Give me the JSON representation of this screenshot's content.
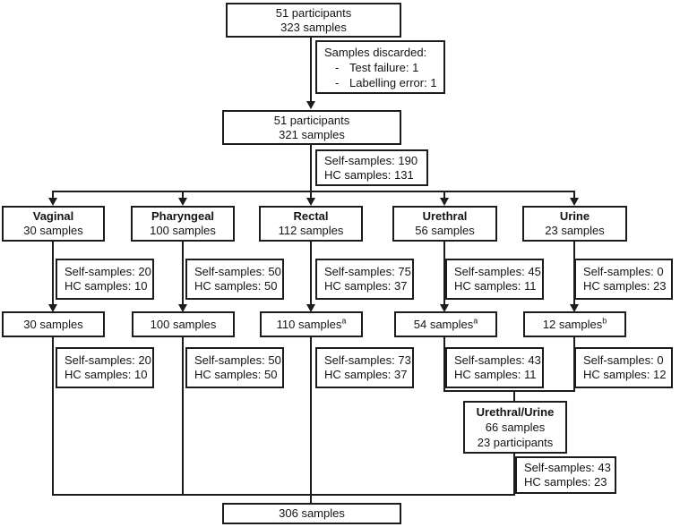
{
  "figure": {
    "enrollment": {
      "participants": "51 participants",
      "samples": "323 samples"
    },
    "discarded": {
      "title": "Samples discarded:",
      "bullet": "-",
      "items": [
        "Test failure: 1",
        "Labelling error: 1"
      ]
    },
    "after_discard": {
      "participants": "51 participants",
      "samples": "321 samples"
    },
    "split_note": {
      "self": "Self-samples: 190",
      "hc": "HC samples: 131"
    },
    "branches": [
      {
        "name": "Vaginal",
        "samples": "30 samples",
        "note1_self": "Self-samples: 20",
        "note1_hc": "HC samples: 10",
        "result": "30 samples",
        "result_sup": "",
        "note2_self": "Self-samples: 20",
        "note2_hc": "HC samples: 10"
      },
      {
        "name": "Pharyngeal",
        "samples": "100 samples",
        "note1_self": "Self-samples: 50",
        "note1_hc": "HC samples: 50",
        "result": "100 samples",
        "result_sup": "",
        "note2_self": "Self-samples: 50",
        "note2_hc": "HC samples: 50"
      },
      {
        "name": "Rectal",
        "samples": "112 samples",
        "note1_self": "Self-samples: 75",
        "note1_hc": "HC samples: 37",
        "result": "110 samples",
        "result_sup": "a",
        "note2_self": "Self-samples: 73",
        "note2_hc": "HC samples: 37"
      },
      {
        "name": "Urethral",
        "samples": "56 samples",
        "note1_self": "Self-samples: 45",
        "note1_hc": "HC samples: 11",
        "result": "54 samples",
        "result_sup": "a",
        "note2_self": "Self-samples: 43",
        "note2_hc": "HC samples: 11"
      },
      {
        "name": "Urine",
        "samples": "23 samples",
        "note1_self": "Self-samples: 0",
        "note1_hc": "HC samples: 23",
        "result": "12 samples",
        "result_sup": "b",
        "note2_self": "Self-samples: 0",
        "note2_hc": "HC samples: 12"
      }
    ],
    "merged": {
      "title": "Urethral/Urine",
      "samples": "66 samples",
      "participants": "23 participants"
    },
    "merged_note": {
      "self": "Self-samples: 43",
      "hc": "HC samples: 23"
    },
    "total": "306 samples"
  }
}
